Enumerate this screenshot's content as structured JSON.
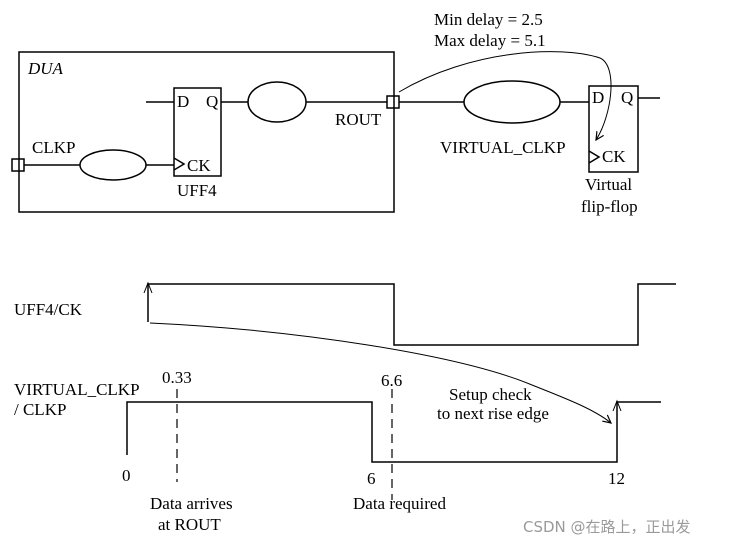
{
  "circuit": {
    "dua_label": "DUA",
    "clk_port": "CLKP",
    "ff_internal": {
      "d": "D",
      "q": "Q",
      "ck": "CK",
      "name": "UFF4"
    },
    "out_port": "ROUT",
    "virtual_clock": "VIRTUAL_CLKP",
    "ff_virtual": {
      "d": "D",
      "q": "Q",
      "ck": "CK",
      "name_line1": "Virtual",
      "name_line2": "flip-flop"
    },
    "delay_min": "Min delay = 2.5",
    "delay_max": "Max delay = 5.1"
  },
  "timing": {
    "sig1": "UFF4/CK",
    "sig2_line1": "VIRTUAL_CLKP",
    "sig2_line2": "/ CLKP",
    "t_arrival": "0.33",
    "t_required": "6.6",
    "t0": "0",
    "t6": "6",
    "t12": "12",
    "arrive_line1": "Data arrives",
    "arrive_line2": "at ROUT",
    "required_label": "Data required",
    "setup_line1": "Setup check",
    "setup_line2": "to next rise edge"
  },
  "watermark": "CSDN @在路上，正出发"
}
